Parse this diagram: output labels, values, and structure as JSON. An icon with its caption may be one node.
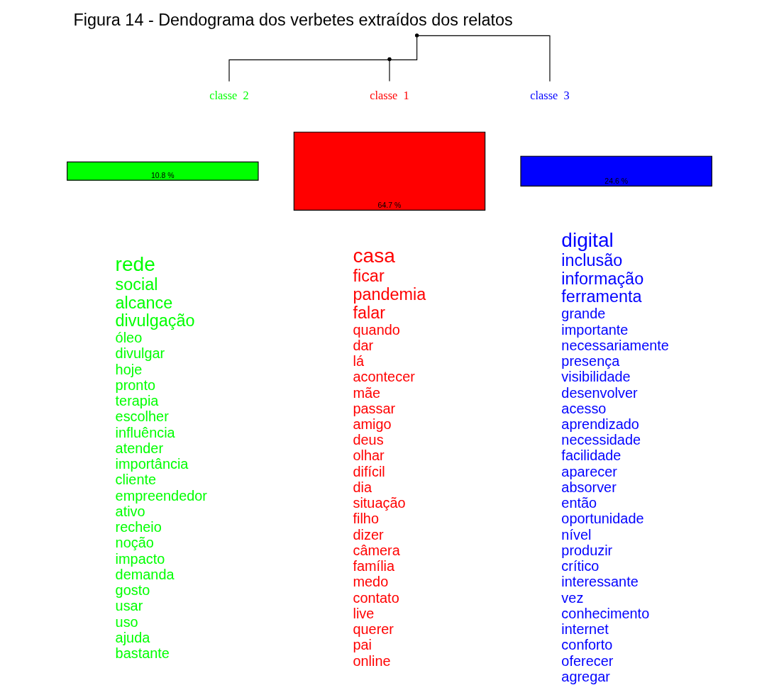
{
  "diagram": {
    "title": "Figura 14 - Dendograma dos verbetes extraídos dos relatos",
    "nodes": [
      {
        "text": [],
        "shape": "point"
      },
      {
        "text": [],
        "shape": "point"
      },
      {
        "text": [
          "classe  3"
        ]
      },
      {
        "text": [
          "classe  2"
        ]
      },
      {
        "text": [
          "classe  1"
        ]
      },
      {
        "text": [
          "24.6 %"
        ]
      },
      {
        "text": [
          "10.8 %"
        ]
      },
      {
        "text": [
          "64.7 %"
        ]
      },
      {
        "text": [
          "digital",
          "inclusão",
          "informação",
          "ferramenta",
          "grande",
          "importante",
          "necessariamente",
          "presença",
          "visibilidade",
          "desenvolver",
          "acesso",
          "aprendizado",
          "necessidade",
          "facilidade",
          "aparecer",
          "absorver",
          "então",
          "oportunidade",
          "nível",
          "produzir",
          "crítico",
          "interessante",
          "vez",
          "conhecimento",
          "internet",
          "conforto",
          "oferecer",
          "agregar"
        ]
      },
      {
        "text": [
          "rede",
          "social",
          "alcance",
          "divulgação",
          "óleo",
          "divulgar",
          "hoje",
          "pronto",
          "terapia",
          "escolher",
          "influência",
          "atender",
          "importância",
          "cliente",
          "empreendedor",
          "ativo",
          "recheio",
          "noção",
          "impacto",
          "demanda",
          "gosto",
          "usar",
          "uso",
          "ajuda",
          "bastante"
        ]
      },
      {
        "text": [
          "casa",
          "ficar",
          "pandemia",
          "falar",
          "quando",
          "dar",
          "lá",
          "acontecer",
          "mãe",
          "passar",
          "amigo",
          "deus",
          "olhar",
          "difícil",
          "dia",
          "situação",
          "filho",
          "dizer",
          "câmera",
          "família",
          "medo",
          "contato",
          "live",
          "querer",
          "pai",
          "online"
        ]
      }
    ],
    "edges": [
      {
        "from": 0,
        "to": 2,
        "arrow": "none"
      },
      {
        "from": 0,
        "to": 1,
        "arrow": "none"
      },
      {
        "from": 1,
        "to": 3,
        "arrow": "none"
      },
      {
        "from": 1,
        "to": 4,
        "arrow": "none"
      }
    ]
  }
}
